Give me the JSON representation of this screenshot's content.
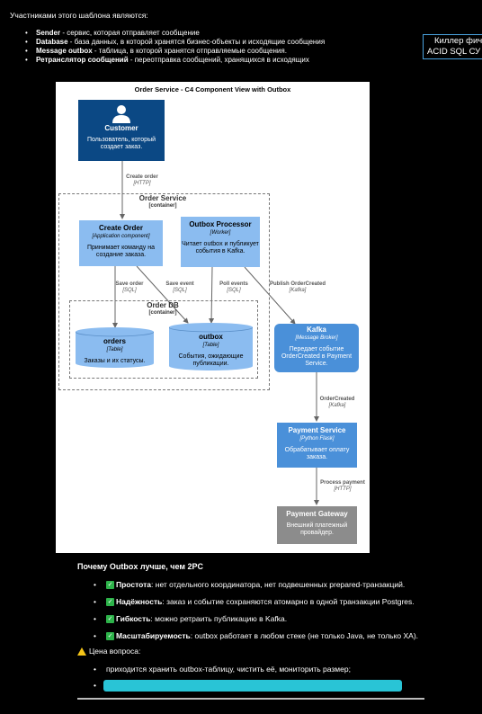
{
  "intro": "Участниками этого шаблона являются:",
  "participants": [
    {
      "name": "Sender",
      "desc": " - сервис, которая отправляет сообщение"
    },
    {
      "name": "Database",
      "desc": " - база данных, в которой хранятся бизнес-объекты и исходящие сообщения"
    },
    {
      "name": "Message outbox",
      "desc": " - таблица, в которой хранятся отправляемые сообщения."
    },
    {
      "name": "Ретранслятор сообщений",
      "desc": " - переотправка сообщений, хранящихся в исходящих"
    }
  ],
  "side_box": {
    "line1": "Киллер фич",
    "line2": "ACID SQL СУ"
  },
  "diagram": {
    "title": "Order Service - C4 Component View with Outbox",
    "customer": {
      "title": "Customer",
      "desc": "Пользователь, который создает заказ."
    },
    "order_service": {
      "title": "Order Service",
      "sub": "[container]"
    },
    "create_order": {
      "title": "Create Order",
      "sub": "[Application component]",
      "desc": "Принимает команду на создание заказа."
    },
    "outbox_processor": {
      "title": "Outbox Processor",
      "sub": "[Worker]",
      "desc": "Читает outbox и публикует события в Kafka."
    },
    "order_db": {
      "title": "Order DB",
      "sub": "[container]"
    },
    "orders": {
      "title": "orders",
      "sub": "[Table]",
      "desc": "Заказы и их статусы."
    },
    "outbox": {
      "title": "outbox",
      "sub": "[Table]",
      "desc": "События, ожидающие публикации."
    },
    "kafka": {
      "title": "Kafka",
      "sub": "[Message Broker]",
      "desc": "Передает событие OrderCreated в Payment Service."
    },
    "payment_service": {
      "title": "Payment Service",
      "sub": "[Python Flask]",
      "desc": "Обрабатывает оплату заказа."
    },
    "payment_gateway": {
      "title": "Payment Gateway",
      "desc": "Внешний платежный провайдер."
    },
    "edges": {
      "create_order": {
        "label": "Create order",
        "tech": "[HTTP]"
      },
      "save_order": {
        "label": "Save order",
        "tech": "[SQL]"
      },
      "save_event": {
        "label": "Save event",
        "tech": "[SQL]"
      },
      "poll_events": {
        "label": "Poll events",
        "tech": "[SQL]"
      },
      "publish": {
        "label": "Publish OrderCreated",
        "tech": "[Kafka]"
      },
      "order_created": {
        "label": "OrderCreated",
        "tech": "[Kafka]"
      },
      "process_payment": {
        "label": "Process payment",
        "tech": "[HTTP]"
      }
    }
  },
  "why_title": "Почему Outbox лучше, чем 2PC",
  "benefits": [
    {
      "check": "✓",
      "name": "Простота",
      "text": ": нет отдельного координатора, нет подвешенных prepared-транзакций."
    },
    {
      "check": "✓",
      "name": "Надёжность",
      "text": ": заказ и событие сохраняются атомарно в одной транзакции Postgres."
    },
    {
      "check": "✓",
      "name": "Гибкость",
      "text": ": можно ретраить публикацию в Kafka."
    },
    {
      "check": "✓",
      "name": "Масштабируемость",
      "text": ": outbox работает в любом стеке (не только Java, не только XA)."
    }
  ],
  "price_title": "Цена вопроса:",
  "costs": [
    "приходится хранить outbox-таблицу, чистить её, мониторить размер;",
    ""
  ],
  "colors": {
    "blue_dark": "#0b4884",
    "blue": "#4a90d9",
    "blue_light": "#8bbcf0",
    "gray": "#8c8c8c",
    "highlight": "#29c4d6"
  }
}
